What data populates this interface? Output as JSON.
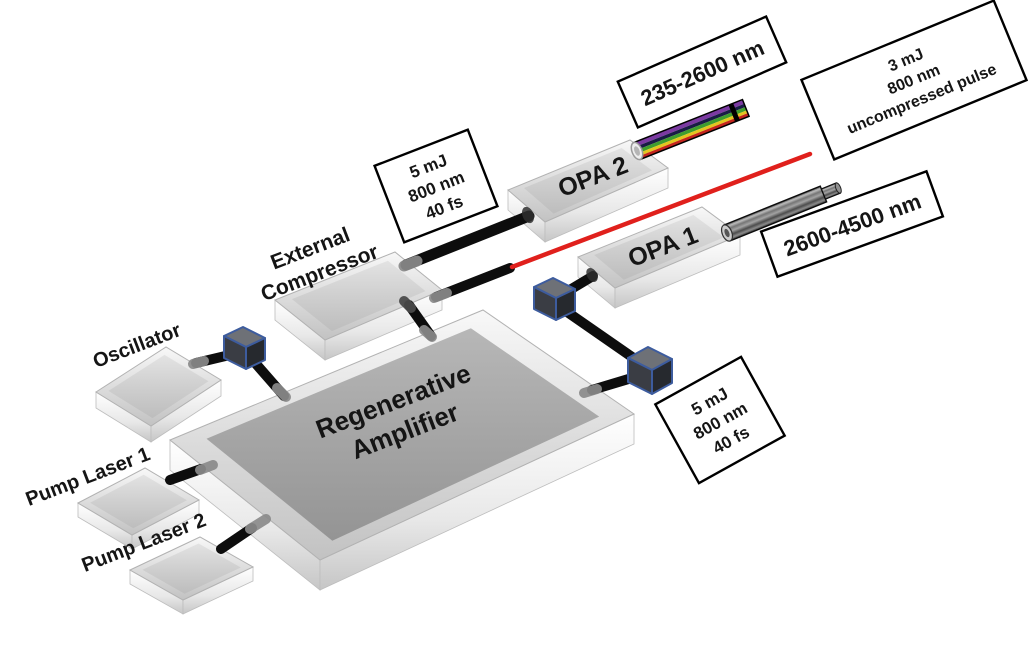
{
  "diagram": {
    "devices": {
      "oscillator": {
        "label": "Oscillator"
      },
      "pump_laser_1": {
        "label": "Pump Laser 1"
      },
      "pump_laser_2": {
        "label": "Pump Laser 2"
      },
      "regenerative_amplifier": {
        "line1": "Regenerative",
        "line2": "Amplifier"
      },
      "external_compressor": {
        "line1": "External",
        "line2": "Compressor"
      },
      "opa_1": {
        "label": "OPA 1"
      },
      "opa_2": {
        "label": "OPA 2"
      }
    },
    "annotations": {
      "compressed_pulse_left": {
        "line1": "5 mJ",
        "line2": "800 nm",
        "line3": "40 fs"
      },
      "compressed_pulse_right": {
        "line1": "5 mJ",
        "line2": "800 nm",
        "line3": "40 fs"
      },
      "opa2_output_range": {
        "label": "235-2600 nm"
      },
      "uncompressed_pulse": {
        "line1": "3 mJ",
        "line2": "800 nm",
        "line3": "uncompressed pulse"
      },
      "opa1_output_range": {
        "label": "2600-4500 nm"
      }
    },
    "colors": {
      "beam_black": "#0d0d0d",
      "beam_red": "#e0201c",
      "cube_edge_blue": "#3d5c9e",
      "rainbow": [
        "#7b3aa2",
        "#191d45",
        "#3f9e2d",
        "#e5c51f",
        "#c3241c"
      ]
    }
  }
}
